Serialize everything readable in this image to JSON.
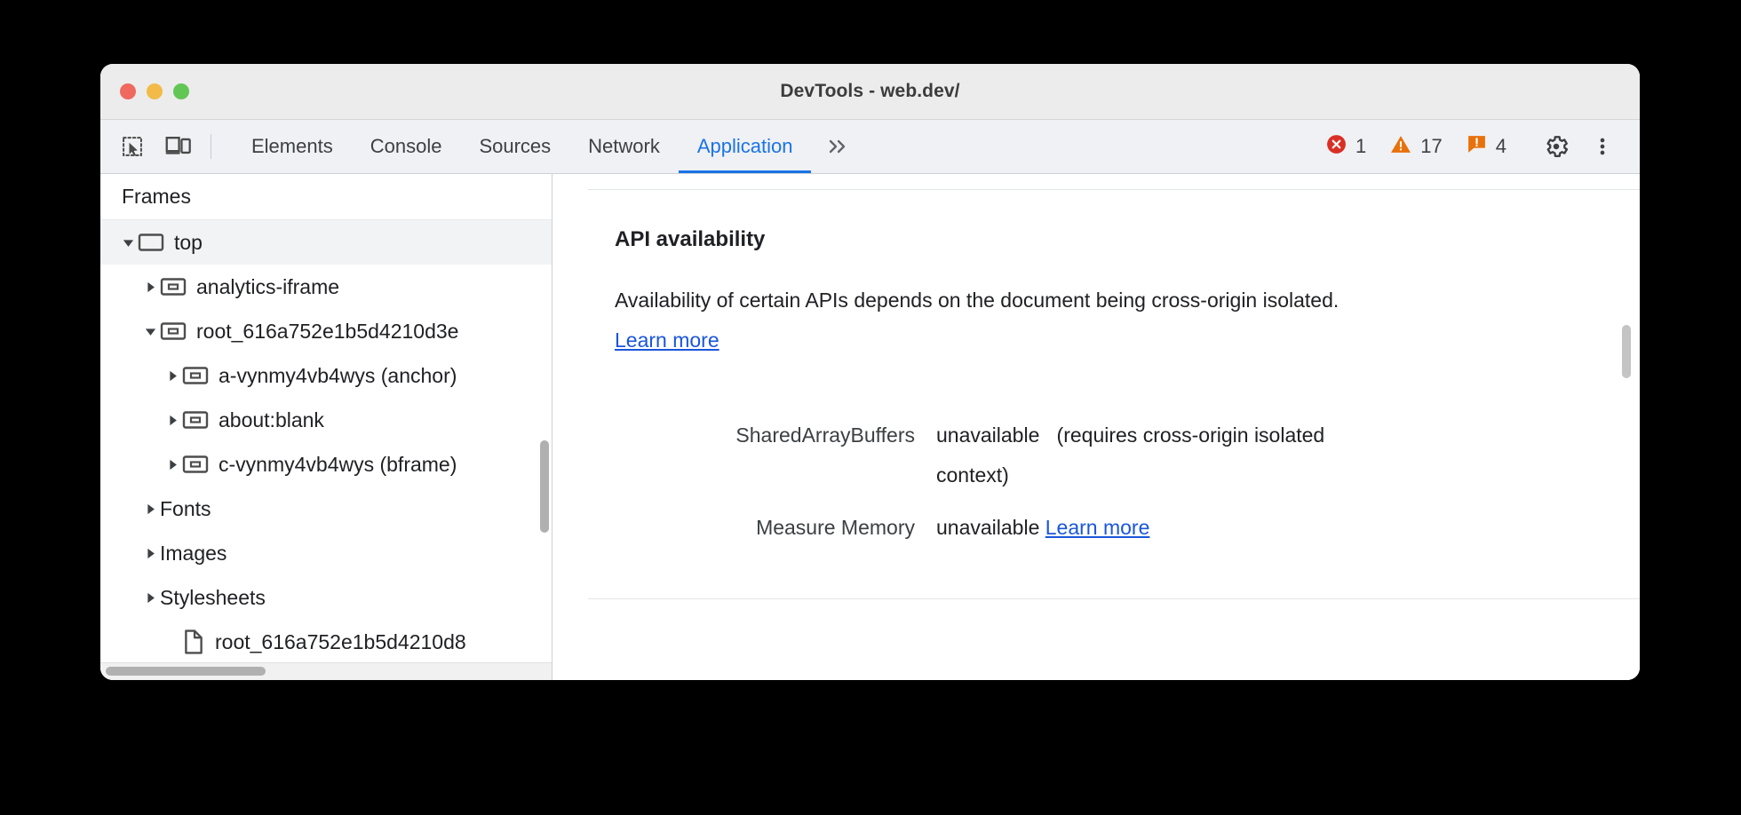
{
  "window": {
    "title": "DevTools - web.dev/",
    "traffic_lights": [
      "close",
      "minimize",
      "maximize"
    ]
  },
  "toolbar": {
    "inspect_icon": "inspect-element-icon",
    "device_icon": "device-toolbar-icon",
    "tabs": [
      {
        "label": "Elements",
        "active": false
      },
      {
        "label": "Console",
        "active": false
      },
      {
        "label": "Sources",
        "active": false
      },
      {
        "label": "Network",
        "active": false
      },
      {
        "label": "Application",
        "active": true
      }
    ],
    "more_tabs_label": "»",
    "counters": [
      {
        "name": "errors",
        "icon": "error-icon",
        "count": "1",
        "color": "#d93025"
      },
      {
        "name": "warnings",
        "icon": "warning-icon",
        "count": "17",
        "color": "#e8710a"
      },
      {
        "name": "issues",
        "icon": "issue-icon",
        "count": "4",
        "color": "#e8710a"
      }
    ],
    "settings_icon": "gear-icon",
    "menu_icon": "kebab-menu-icon"
  },
  "sidebar": {
    "header": "Frames",
    "tree": [
      {
        "label": "top",
        "indent": 0,
        "twisty": "down",
        "icon": "frame-top-icon",
        "selected": true
      },
      {
        "label": "analytics-iframe",
        "indent": 1,
        "twisty": "right",
        "icon": "iframe-icon",
        "selected": false
      },
      {
        "label": "root_616a752e1b5d4210d3e",
        "indent": 1,
        "twisty": "down",
        "icon": "iframe-icon",
        "selected": false
      },
      {
        "label": "a-vynmy4vb4wys (anchor)",
        "indent": 2,
        "twisty": "right",
        "icon": "iframe-icon",
        "selected": false
      },
      {
        "label": "about:blank",
        "indent": 2,
        "twisty": "right",
        "icon": "iframe-icon",
        "selected": false
      },
      {
        "label": "c-vynmy4vb4wys (bframe)",
        "indent": 2,
        "twisty": "right",
        "icon": "iframe-icon",
        "selected": false
      },
      {
        "label": "Fonts",
        "indent": 1,
        "twisty": "right",
        "icon": "none",
        "selected": false
      },
      {
        "label": "Images",
        "indent": 1,
        "twisty": "right",
        "icon": "none",
        "selected": false
      },
      {
        "label": "Stylesheets",
        "indent": 1,
        "twisty": "right",
        "icon": "none",
        "selected": false
      },
      {
        "label": "root_616a752e1b5d4210d8",
        "indent": 2,
        "twisty": "none",
        "icon": "document-icon",
        "selected": false
      }
    ]
  },
  "main": {
    "section_title": "API availability",
    "description_prefix": "Availability of certain APIs depends on the document being cross-origin isolated. ",
    "description_link": "Learn more",
    "api_rows": [
      {
        "key": "SharedArrayBuffers",
        "value": "unavailable",
        "note": "(requires cross-origin isolated context)",
        "link": ""
      },
      {
        "key": "Measure Memory",
        "value": "unavailable",
        "note": "",
        "link": "Learn more"
      }
    ]
  }
}
